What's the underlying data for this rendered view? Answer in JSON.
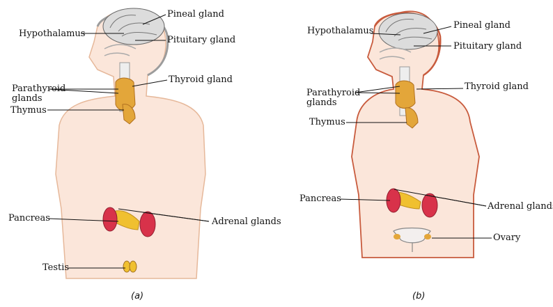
{
  "figure_a": {
    "caption": "(a)",
    "labels": {
      "pineal": "Pineal gland",
      "hypothalamus": "Hypothalamus",
      "pituitary": "Pituitary gland",
      "thyroid": "Thyroid gland",
      "parathyroid": "Parathyroid glands",
      "thymus": "Thymus",
      "pancreas": "Pancreas",
      "adrenal": "Adrenal glands",
      "testis": "Testis"
    }
  },
  "figure_b": {
    "caption": "(b)",
    "labels": {
      "hypothalamus": "Hypothalamus",
      "pineal": "Pineal gland",
      "pituitary": "Pituitary gland",
      "parathyroid": "Parathyroid glands",
      "thyroid": "Thyroid gland",
      "thymus": "Thymus",
      "pancreas": "Pancreas",
      "adrenal": "Adrenal glands",
      "ovary": "Ovary"
    }
  },
  "colors": {
    "skin": "#fbe6da",
    "outline_a": "#e6b89a",
    "outline_b": "#c85b3d",
    "gland": "#e3a63a",
    "kidney": "#d8324a",
    "pancreas": "#f0c030",
    "brain": "#d9d9d9"
  }
}
